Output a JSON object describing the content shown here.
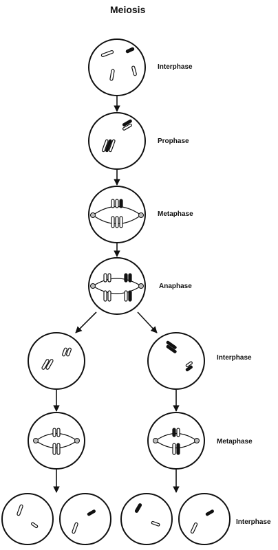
{
  "title": "Meiosis",
  "labels": {
    "interphase_1": "Interphase",
    "prophase": "Prophase",
    "metaphase_1": "Metaphase",
    "anaphase": "Anaphase",
    "interphase_2": "Interphase",
    "metaphase_2": "Metaphase",
    "interphase_3": "Interphase"
  },
  "colors": {
    "ink": "#111111",
    "background": "#ffffff",
    "centriole": "#bdbdbd"
  }
}
